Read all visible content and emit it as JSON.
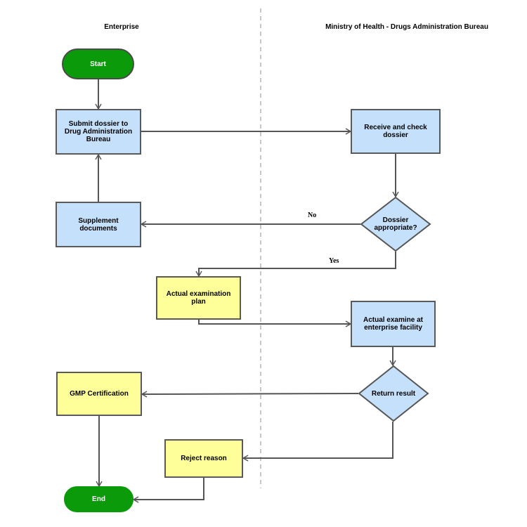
{
  "colors": {
    "blue_fill": "#c5e0fb",
    "yellow_fill": "#ffff99",
    "green_fill": "#0a9a0a",
    "stroke": "#555555",
    "lane_divider": "#c8c8c8"
  },
  "lanes": {
    "left_title": "Enterprise",
    "right_title": "Ministry of Health - Drugs Administration Bureau"
  },
  "nodes": {
    "start": "Start",
    "submit": "Submit dossier to Drug Administration Bureau",
    "receive": "Receive and check dossier",
    "supplement": "Supplement documents",
    "decision_dossier": "Dossier appropriate?",
    "exam_plan": "Actual examination plan",
    "actual_examine": "Actual examine at enterprise facility",
    "gmp": "GMP Certification",
    "return_result": "Return result",
    "reject": "Reject reason",
    "end": "End"
  },
  "edge_labels": {
    "no": "No",
    "yes": "Yes"
  }
}
